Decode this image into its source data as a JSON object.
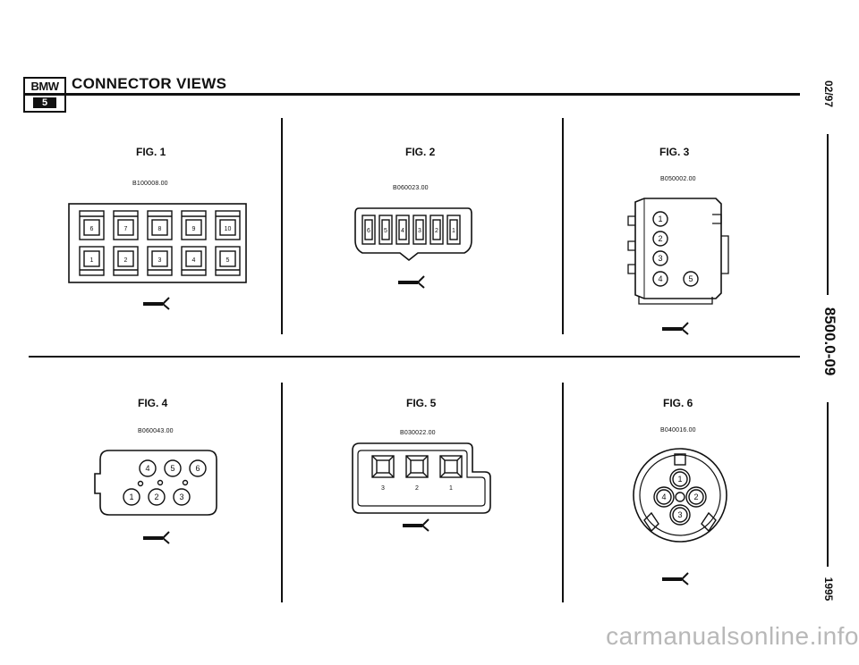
{
  "header": {
    "logo_top": "BMW",
    "logo_bottom": "5",
    "title": "CONNECTOR VIEWS"
  },
  "side_labels": {
    "top": "02/97",
    "middle": "8500.0-09",
    "bottom": "1995"
  },
  "figures": [
    {
      "label": "FIG. 1",
      "part_number": "B100008.00",
      "pins": [
        "6",
        "7",
        "8",
        "9",
        "10",
        "1",
        "2",
        "3",
        "4",
        "5"
      ]
    },
    {
      "label": "FIG. 2",
      "part_number": "B060023.00",
      "pins": [
        "6",
        "5",
        "4",
        "3",
        "2",
        "1"
      ]
    },
    {
      "label": "FIG. 3",
      "part_number": "B050002.00",
      "pins": [
        "1",
        "2",
        "3",
        "4",
        "5"
      ]
    },
    {
      "label": "FIG. 4",
      "part_number": "B060043.00",
      "pins": [
        "4",
        "5",
        "6",
        "1",
        "2",
        "3"
      ]
    },
    {
      "label": "FIG. 5",
      "part_number": "B030022.00",
      "pins": [
        "3",
        "2",
        "1"
      ]
    },
    {
      "label": "FIG. 6",
      "part_number": "B040016.00",
      "pins": [
        "1",
        "4",
        "2",
        "3"
      ]
    }
  ],
  "watermark": "carmanualsonline.info"
}
